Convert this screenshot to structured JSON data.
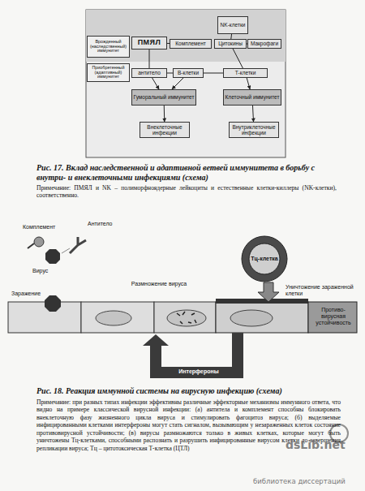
{
  "diagram": {
    "nodes": [
      {
        "text": [
          "NK-клетки"
        ]
      },
      {
        "text": [
          "Врожденный (наследственный) иммунитет"
        ]
      },
      {
        "text": [
          "ПМЯЛ"
        ]
      },
      {
        "text": [
          "Комплемент"
        ]
      },
      {
        "text": [
          "Цитокины"
        ]
      },
      {
        "text": [
          "Макрофаги"
        ]
      },
      {
        "text": [
          "Приобретенный (адаптивный) иммунитет"
        ]
      },
      {
        "text": [
          "антитело"
        ]
      },
      {
        "text": [
          "В-клетки"
        ]
      },
      {
        "text": [
          "Т-клетки"
        ]
      },
      {
        "text": [
          "Гуморальный иммунитет"
        ]
      },
      {
        "text": [
          "Клеточный иммунитет"
        ]
      },
      {
        "text": [
          "Внеклеточные инфекции"
        ]
      },
      {
        "text": [
          "Внутриклеточные инфекции"
        ]
      },
      {
        "text": [
          "Тц-клетка"
        ]
      }
    ],
    "edges": [
      {
        "from": 0,
        "to": 4,
        "arrow": "none"
      },
      {
        "from": 2,
        "to": 3,
        "arrow": "none"
      },
      {
        "from": 4,
        "to": 5,
        "arrow": "none"
      },
      {
        "from": 2,
        "to": 7,
        "arrow": "none"
      },
      {
        "from": 7,
        "to": 8,
        "arrow": "none"
      },
      {
        "from": 8,
        "to": 9,
        "arrow": "none"
      },
      {
        "from": 4,
        "to": 9,
        "arrow": "none"
      },
      {
        "from": 7,
        "to": 10,
        "arrow": "to"
      },
      {
        "from": 8,
        "to": 10,
        "arrow": "to"
      },
      {
        "from": 9,
        "to": 11,
        "arrow": "to"
      },
      {
        "from": 10,
        "to": 12,
        "arrow": "to"
      },
      {
        "from": 11,
        "to": 13,
        "arrow": "to"
      }
    ],
    "labels": [
      "Рис. 17. Вклад наследственной и адаптивной ветвей иммунитета в борьбу с внутри- и внеклеточными инфекциями (схема)",
      "Примечание: ПМЯЛ и NK – полиморфноядерные лейкоциты и естественные клетки-киллеры (NK-клетки), соответственно.",
      "Комплемент",
      "Антитело",
      "Вирус",
      "Уничтожение зараженной клетки",
      "Размножение вируса",
      "Заражение",
      "Противо-вирусная устойчивость",
      "Интерфероны",
      "Рис. 18. Реакция иммунной системы на вирусную инфекцию (схема)",
      "Примечание: при разных типах инфекции эффективны различные эффекторные механизмы иммунного ответа, что видно на примере классической вирусной инфекции: (а) антитела и комплемент способны блокировать внеклеточную фазу жизненного цикла вируса и стимулировать фагоцитоз вируса; (б) выделяемые инфицированными клетками интерфероны могут стать сигналом, вызывающим у незараженных клеток состояние противовирусной устойчивости; (в) вирусы размножаются только в живых клетках, которые могут быть уничтожены Тц-клетками, способными распознать и разрушить инфицированные вирусом клетки до завершения репликации вируса; Тц – цитотоксическая Т-клетка (ЦТЛ)",
      "dsLib.net",
      "библиотека диссертаций"
    ]
  }
}
